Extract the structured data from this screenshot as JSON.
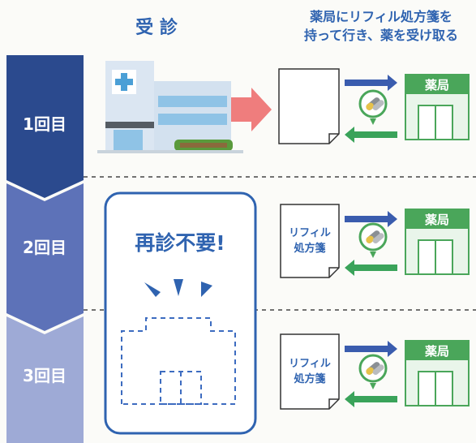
{
  "header": {
    "left_title": "受 診",
    "right_title_line1": "薬局にリフィル処方箋を",
    "right_title_line2": "持って行き、薬を受け取る"
  },
  "visits": [
    {
      "label": "1回目",
      "prescription_text": [],
      "pharmacy_label": "薬局"
    },
    {
      "label": "2回目",
      "prescription_text": [
        "リフィル",
        "処方箋"
      ],
      "pharmacy_label": "薬局"
    },
    {
      "label": "3回目",
      "prescription_text": [
        "リフィル",
        "処方箋"
      ],
      "pharmacy_label": "薬局"
    }
  ],
  "no_revisit": {
    "text": "再診不要!"
  },
  "colors": {
    "blue_title": "#2f63b0",
    "bar_dark": "#2b4a8e",
    "bar_mid": "#5a6fb6",
    "bar_light": "#9aa7d4",
    "arrow_blue": "#3a5cae",
    "arrow_green": "#3aa35a",
    "pharmacy_green": "#4aa65a",
    "hospital_arrow": "#ef7d7d"
  },
  "icons": [
    "hospital-icon",
    "pill-icon",
    "pharmacy-icon",
    "prescription-icon"
  ]
}
